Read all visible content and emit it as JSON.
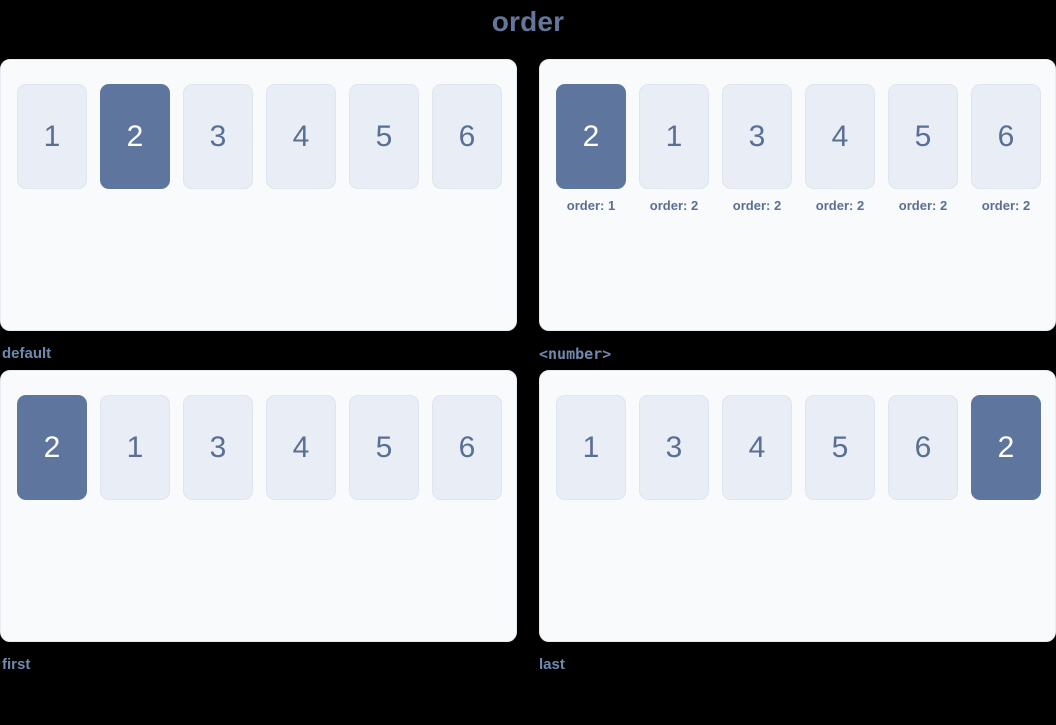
{
  "page": {
    "title": "order",
    "background_color": "#000000",
    "title_color": "#64769b"
  },
  "theme": {
    "panel_background": "#f8fafc",
    "panel_border": "#e6eaf2",
    "item_background": "#e8edf6",
    "item_border": "#dfe5f0",
    "item_text": "#5a6f94",
    "highlight_background": "#5e769e",
    "highlight_text": "#ffffff",
    "caption_color": "#7089ae"
  },
  "panels": [
    {
      "caption": "default",
      "caption_style": "sans",
      "has_sublabels": false,
      "items": [
        {
          "label": "1",
          "highlight": false,
          "sublabel": ""
        },
        {
          "label": "2",
          "highlight": true,
          "sublabel": ""
        },
        {
          "label": "3",
          "highlight": false,
          "sublabel": ""
        },
        {
          "label": "4",
          "highlight": false,
          "sublabel": ""
        },
        {
          "label": "5",
          "highlight": false,
          "sublabel": ""
        },
        {
          "label": "6",
          "highlight": false,
          "sublabel": ""
        }
      ]
    },
    {
      "caption": "<number>",
      "caption_style": "mono",
      "has_sublabels": true,
      "items": [
        {
          "label": "2",
          "highlight": true,
          "sublabel": "order: 1"
        },
        {
          "label": "1",
          "highlight": false,
          "sublabel": "order: 2"
        },
        {
          "label": "3",
          "highlight": false,
          "sublabel": "order: 2"
        },
        {
          "label": "4",
          "highlight": false,
          "sublabel": "order: 2"
        },
        {
          "label": "5",
          "highlight": false,
          "sublabel": "order: 2"
        },
        {
          "label": "6",
          "highlight": false,
          "sublabel": "order: 2"
        }
      ]
    },
    {
      "caption": "first",
      "caption_style": "sans",
      "has_sublabels": false,
      "items": [
        {
          "label": "2",
          "highlight": true,
          "sublabel": ""
        },
        {
          "label": "1",
          "highlight": false,
          "sublabel": ""
        },
        {
          "label": "3",
          "highlight": false,
          "sublabel": ""
        },
        {
          "label": "4",
          "highlight": false,
          "sublabel": ""
        },
        {
          "label": "5",
          "highlight": false,
          "sublabel": ""
        },
        {
          "label": "6",
          "highlight": false,
          "sublabel": ""
        }
      ]
    },
    {
      "caption": "last",
      "caption_style": "sans",
      "has_sublabels": false,
      "items": [
        {
          "label": "1",
          "highlight": false,
          "sublabel": ""
        },
        {
          "label": "3",
          "highlight": false,
          "sublabel": ""
        },
        {
          "label": "4",
          "highlight": false,
          "sublabel": ""
        },
        {
          "label": "5",
          "highlight": false,
          "sublabel": ""
        },
        {
          "label": "6",
          "highlight": false,
          "sublabel": ""
        },
        {
          "label": "2",
          "highlight": true,
          "sublabel": ""
        }
      ]
    }
  ]
}
